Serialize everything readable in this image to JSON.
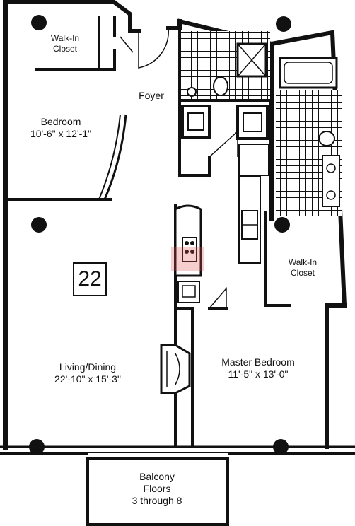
{
  "unit_number": "22",
  "rooms": {
    "walk_in_closet_1": {
      "line1": "Walk-In",
      "line2": "Closet"
    },
    "foyer": "Foyer",
    "bedroom": {
      "name": "Bedroom",
      "dims": "10'-6\" x 12'-1\""
    },
    "walk_in_closet_2": {
      "line1": "Walk-In",
      "line2": "Closet"
    },
    "living_dining": {
      "name": "Living/Dining",
      "dims": "22'-10\" x 15'-3\""
    },
    "master_bedroom": {
      "name": "Master Bedroom",
      "dims": "11'-5\" x 13'-0\""
    },
    "balcony": {
      "line1": "Balcony",
      "line2": "Floors",
      "line3": "3 through 8"
    }
  },
  "colors": {
    "wall": "#111111",
    "tile": "#111111",
    "accent_badge": "#e05050"
  }
}
